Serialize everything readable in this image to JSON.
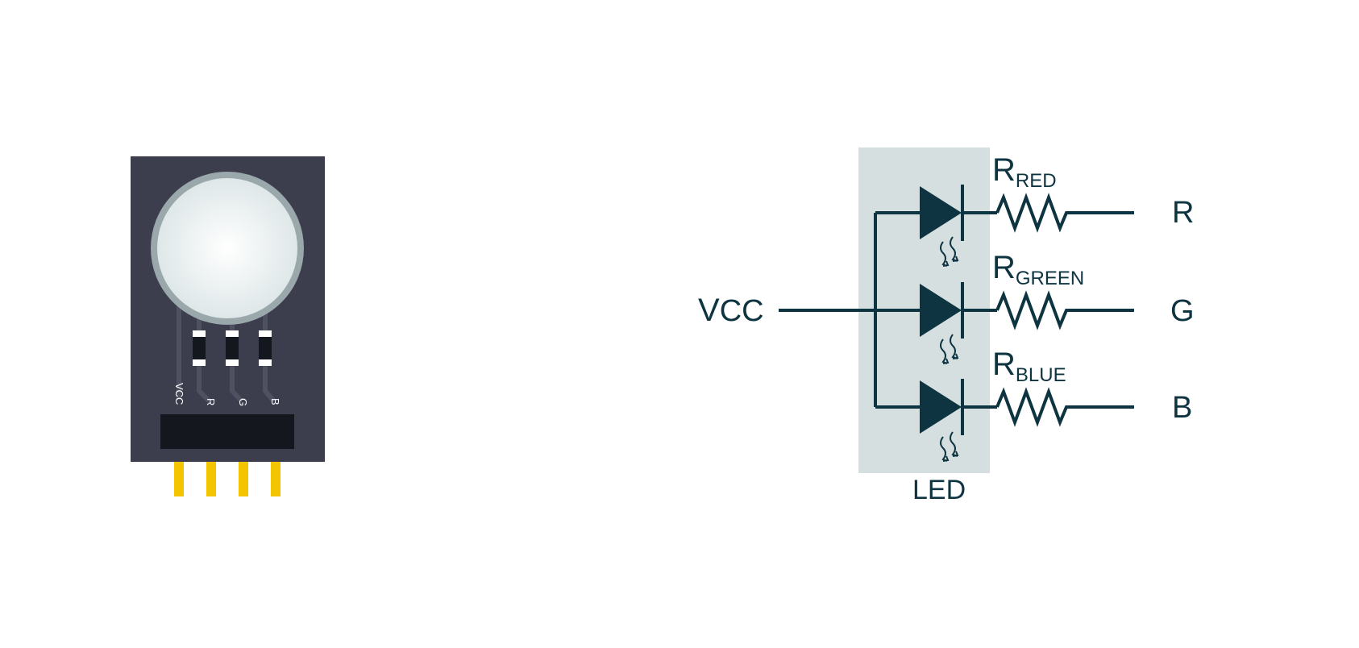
{
  "module": {
    "pin_labels": [
      "VCC",
      "R",
      "G",
      "B"
    ],
    "colors": {
      "board": "#3c3e4e",
      "header": "#14181e",
      "pins": "#f5c400",
      "lens": "#e9f0f0",
      "lens_rim": "#9aa8ac",
      "resistor": "#14181e"
    }
  },
  "schematic": {
    "vcc": {
      "main": "V",
      "sub": "CC"
    },
    "resistors": [
      {
        "main": "R",
        "sub": "RED"
      },
      {
        "main": "R",
        "sub": "GREEN"
      },
      {
        "main": "R",
        "sub": "BLUE"
      }
    ],
    "outputs": [
      "R",
      "G",
      "B"
    ],
    "led_label": "LED",
    "colors": {
      "wire": "#0d3440",
      "led_box": "#d6dfe0"
    }
  }
}
